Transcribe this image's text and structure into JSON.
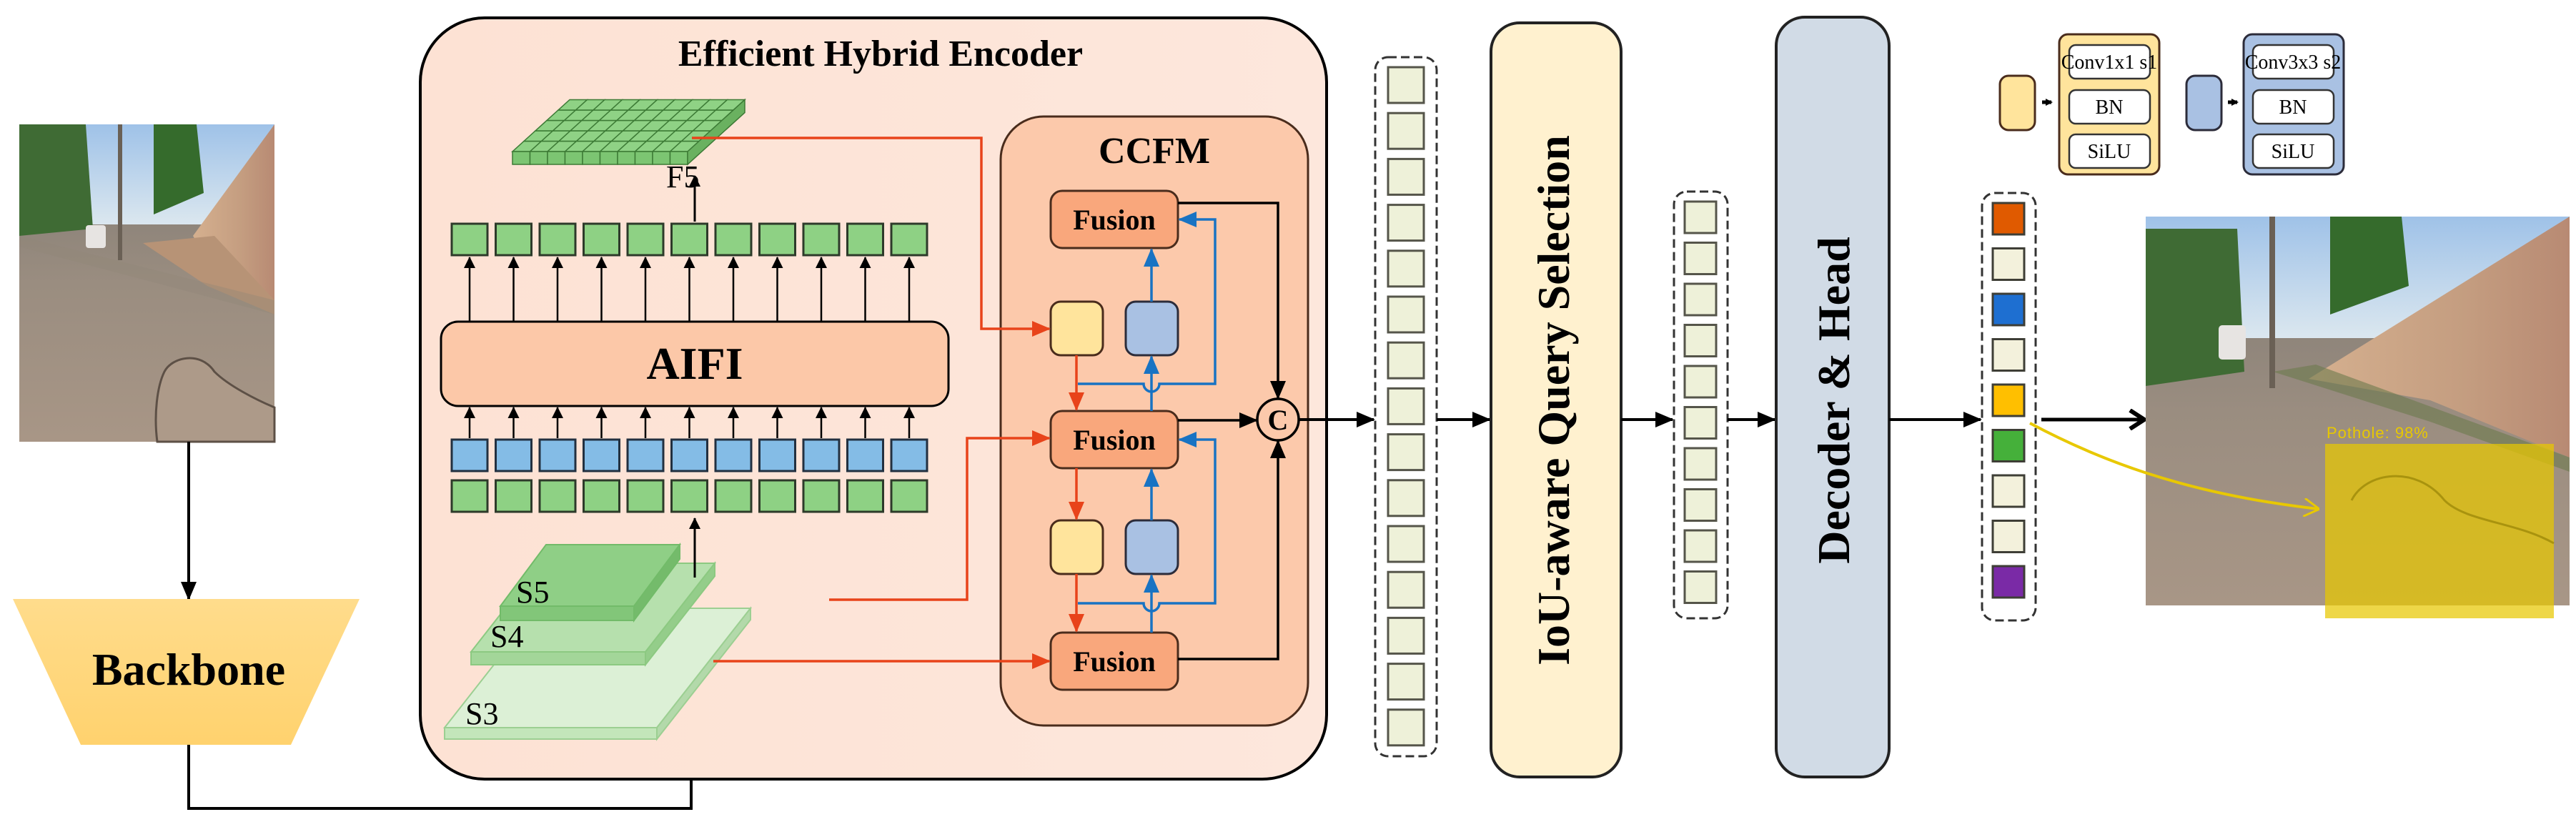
{
  "diagram": {
    "type": "architecture",
    "title": "RT-DETR style pothole detection pipeline"
  },
  "input_image": {
    "alt": "Street scene with pothole (input)",
    "colors": {
      "sky": "#a9c7e6",
      "road": "#8e8275",
      "wall": "#c9a487",
      "trees": "#3f6b34"
    }
  },
  "backbone": {
    "label": "Backbone",
    "color": "#ffd67a"
  },
  "encoder": {
    "title": "Efficient Hybrid Encoder",
    "bg_color": "#fde3d6",
    "f5_label": "F5",
    "aifi_label": "AIFI",
    "token_rows": {
      "top_green_count": 11,
      "blue_count": 11,
      "bottom_green_count": 11
    },
    "layers": [
      {
        "label": "S5",
        "color": "#8fcf86"
      },
      {
        "label": "S4",
        "color": "#b6e0ad"
      },
      {
        "label": "S3",
        "color": "#dcf0d6"
      }
    ],
    "ccfm": {
      "title": "CCFM",
      "bg_color": "#fcc9ab",
      "fusion_labels": [
        "Fusion",
        "Fusion",
        "Fusion"
      ],
      "concat_label": "C"
    }
  },
  "query_tokens_all": {
    "count": 15,
    "color": "#eef1d9"
  },
  "query_selection": {
    "label": "IoU-aware Query Selection",
    "color": "#fff1cf"
  },
  "query_tokens_selected": {
    "count": 10,
    "color": "#eef1d9"
  },
  "decoder": {
    "label": "Decoder & Head",
    "color": "#d1dbe6"
  },
  "output_tokens": {
    "colors": [
      "#e05a00",
      "#f3f1dc",
      "#1e6fd1",
      "#f3f1dc",
      "#ffbf00",
      "#45b03a",
      "#f3f1dc",
      "#f3f1dc",
      "#7a2aa6"
    ]
  },
  "legend": {
    "yellow_block": {
      "color": "#ffe49c",
      "layers": [
        "Conv1x1 s1",
        "BN",
        "SiLU"
      ]
    },
    "blue_block": {
      "color": "#a9c1e3",
      "layers": [
        "Conv3x3 s2",
        "BN",
        "SiLU"
      ]
    }
  },
  "output_image": {
    "alt": "Street scene with detected pothole (output)",
    "detection": {
      "label": "Pothole: 98%",
      "class": "Pothole",
      "confidence_percent": 98,
      "color": "#e8c800"
    }
  },
  "colors": {
    "arrow_black": "#000000",
    "arrow_orange": "#e8431a",
    "arrow_blue": "#1873c3"
  }
}
